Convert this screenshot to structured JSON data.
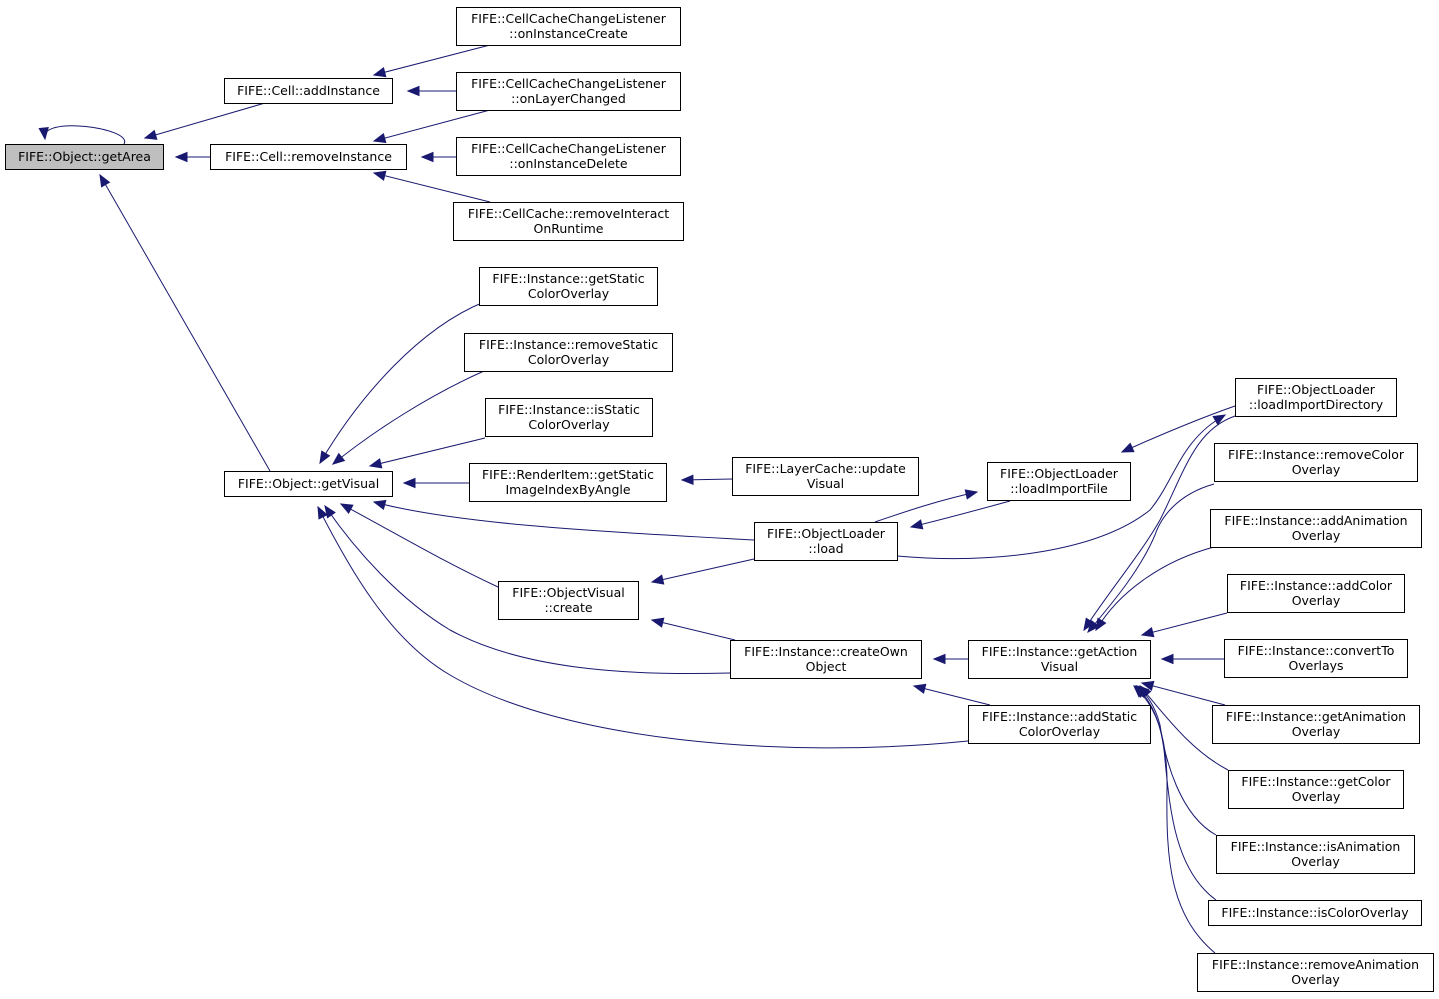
{
  "graph": {
    "nodes": [
      {
        "id": "getArea",
        "label": [
          "FIFE::Object::getArea"
        ],
        "highlight": true
      },
      {
        "id": "addInstance",
        "label": [
          "FIFE::Cell::addInstance"
        ]
      },
      {
        "id": "removeInstance",
        "label": [
          "FIFE::Cell::removeInstance"
        ]
      },
      {
        "id": "onInstanceCreate",
        "label": [
          "FIFE::CellCacheChangeListener",
          "::onInstanceCreate"
        ]
      },
      {
        "id": "onLayerChanged",
        "label": [
          "FIFE::CellCacheChangeListener",
          "::onLayerChanged"
        ]
      },
      {
        "id": "onInstanceDelete",
        "label": [
          "FIFE::CellCacheChangeListener",
          "::onInstanceDelete"
        ]
      },
      {
        "id": "removeInteract",
        "label": [
          "FIFE::CellCache::removeInteract",
          "OnRuntime"
        ]
      },
      {
        "id": "getVisual",
        "label": [
          "FIFE::Object::getVisual"
        ]
      },
      {
        "id": "getStaticColorOverlay",
        "label": [
          "FIFE::Instance::getStatic",
          "ColorOverlay"
        ]
      },
      {
        "id": "removeStaticColorOverlay",
        "label": [
          "FIFE::Instance::removeStatic",
          "ColorOverlay"
        ]
      },
      {
        "id": "isStaticColorOverlay",
        "label": [
          "FIFE::Instance::isStatic",
          "ColorOverlay"
        ]
      },
      {
        "id": "getStaticImageIndexByAngle",
        "label": [
          "FIFE::RenderItem::getStatic",
          "ImageIndexByAngle"
        ]
      },
      {
        "id": "updateVisual",
        "label": [
          "FIFE::LayerCache::update",
          "Visual"
        ]
      },
      {
        "id": "loadImportFile",
        "label": [
          "FIFE::ObjectLoader",
          "::loadImportFile"
        ]
      },
      {
        "id": "loadImportDirectory",
        "label": [
          "FIFE::ObjectLoader",
          "::loadImportDirectory"
        ]
      },
      {
        "id": "load",
        "label": [
          "FIFE::ObjectLoader",
          "::load"
        ]
      },
      {
        "id": "create",
        "label": [
          "FIFE::ObjectVisual",
          "::create"
        ]
      },
      {
        "id": "createOwnObject",
        "label": [
          "FIFE::Instance::createOwn",
          "Object"
        ]
      },
      {
        "id": "getActionVisual",
        "label": [
          "FIFE::Instance::getAction",
          "Visual"
        ]
      },
      {
        "id": "addStaticColorOverlay",
        "label": [
          "FIFE::Instance::addStatic",
          "ColorOverlay"
        ]
      },
      {
        "id": "removeColorOverlay",
        "label": [
          "FIFE::Instance::removeColor",
          "Overlay"
        ]
      },
      {
        "id": "addAnimationOverlay",
        "label": [
          "FIFE::Instance::addAnimation",
          "Overlay"
        ]
      },
      {
        "id": "addColorOverlay",
        "label": [
          "FIFE::Instance::addColor",
          "Overlay"
        ]
      },
      {
        "id": "convertToOverlays",
        "label": [
          "FIFE::Instance::convertTo",
          "Overlays"
        ]
      },
      {
        "id": "getAnimationOverlay",
        "label": [
          "FIFE::Instance::getAnimation",
          "Overlay"
        ]
      },
      {
        "id": "getColorOverlay",
        "label": [
          "FIFE::Instance::getColor",
          "Overlay"
        ]
      },
      {
        "id": "isAnimationOverlay",
        "label": [
          "FIFE::Instance::isAnimation",
          "Overlay"
        ]
      },
      {
        "id": "isColorOverlay",
        "label": [
          "FIFE::Instance::isColorOverlay"
        ]
      },
      {
        "id": "removeAnimationOverlay",
        "label": [
          "FIFE::Instance::removeAnimation",
          "Overlay"
        ]
      }
    ],
    "edges": [
      {
        "from": "getArea",
        "to": "getArea"
      },
      {
        "from": "addInstance",
        "to": "getArea"
      },
      {
        "from": "removeInstance",
        "to": "getArea"
      },
      {
        "from": "getVisual",
        "to": "getArea"
      },
      {
        "from": "onInstanceCreate",
        "to": "addInstance"
      },
      {
        "from": "onLayerChanged",
        "to": "addInstance"
      },
      {
        "from": "onLayerChanged",
        "to": "removeInstance"
      },
      {
        "from": "onInstanceDelete",
        "to": "removeInstance"
      },
      {
        "from": "removeInteract",
        "to": "removeInstance"
      },
      {
        "from": "getStaticColorOverlay",
        "to": "getVisual"
      },
      {
        "from": "removeStaticColorOverlay",
        "to": "getVisual"
      },
      {
        "from": "isStaticColorOverlay",
        "to": "getVisual"
      },
      {
        "from": "getStaticImageIndexByAngle",
        "to": "getVisual"
      },
      {
        "from": "load",
        "to": "getVisual"
      },
      {
        "from": "create",
        "to": "getVisual"
      },
      {
        "from": "createOwnObject",
        "to": "getVisual"
      },
      {
        "from": "addStaticColorOverlay",
        "to": "getVisual"
      },
      {
        "from": "updateVisual",
        "to": "getStaticImageIndexByAngle"
      },
      {
        "from": "load",
        "to": "loadImportFile"
      },
      {
        "from": "loadImportFile",
        "to": "load"
      },
      {
        "from": "loadImportDirectory",
        "to": "loadImportFile"
      },
      {
        "from": "load",
        "to": "loadImportDirectory"
      },
      {
        "from": "load",
        "to": "create"
      },
      {
        "from": "createOwnObject",
        "to": "create"
      },
      {
        "from": "getActionVisual",
        "to": "createOwnObject"
      },
      {
        "from": "addStaticColorOverlay",
        "to": "createOwnObject"
      },
      {
        "from": "loadImportDirectory",
        "to": "getActionVisual"
      },
      {
        "from": "removeColorOverlay",
        "to": "getActionVisual"
      },
      {
        "from": "addAnimationOverlay",
        "to": "getActionVisual"
      },
      {
        "from": "addColorOverlay",
        "to": "getActionVisual"
      },
      {
        "from": "convertToOverlays",
        "to": "getActionVisual"
      },
      {
        "from": "getAnimationOverlay",
        "to": "getActionVisual"
      },
      {
        "from": "getColorOverlay",
        "to": "getActionVisual"
      },
      {
        "from": "isAnimationOverlay",
        "to": "getActionVisual"
      },
      {
        "from": "isColorOverlay",
        "to": "getActionVisual"
      },
      {
        "from": "removeAnimationOverlay",
        "to": "getActionVisual"
      }
    ]
  },
  "colors": {
    "edge": "#191970",
    "node_border": "#000000",
    "node_fill": "#ffffff",
    "highlight_fill": "#bfbfbf"
  }
}
